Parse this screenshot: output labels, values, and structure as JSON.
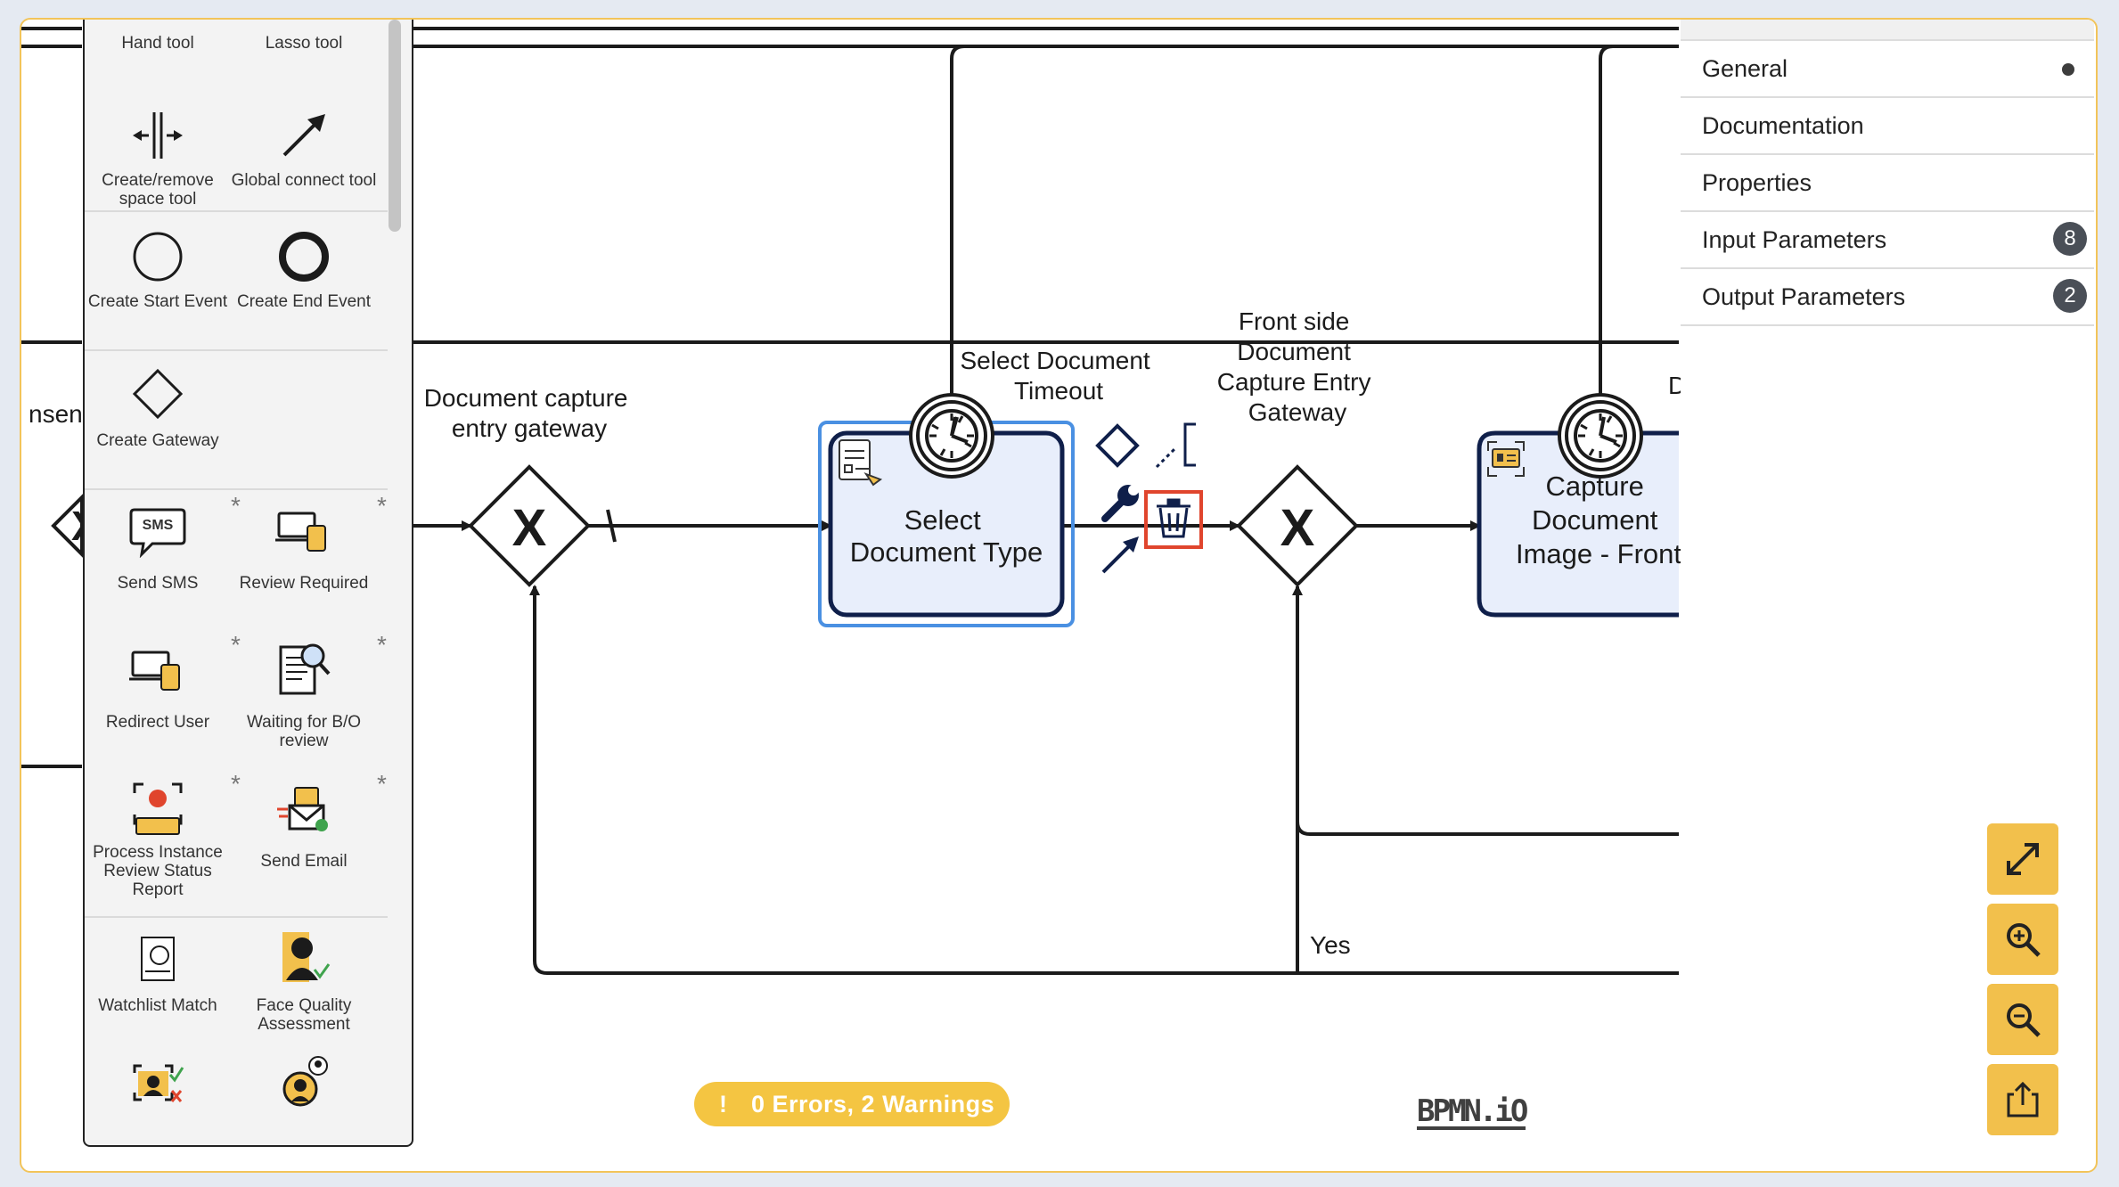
{
  "palette": {
    "tools": [
      {
        "label": "Hand tool"
      },
      {
        "label": "Lasso tool"
      },
      {
        "label": "Create/remove space tool"
      },
      {
        "label": "Global connect tool"
      },
      {
        "label": "Create Start Event"
      },
      {
        "label": "Create End Event"
      },
      {
        "label": "Create Gateway"
      },
      {
        "label": "Send SMS"
      },
      {
        "label": "Review Required"
      },
      {
        "label": "Redirect User"
      },
      {
        "label": "Waiting for B/O review"
      },
      {
        "label": "Process Instance Review Status Report"
      },
      {
        "label": "Send Email"
      },
      {
        "label": "Watchlist Match"
      },
      {
        "label": "Face Quality Assessment"
      }
    ],
    "sms_icon_text": "SMS",
    "star": "*"
  },
  "diagram": {
    "gateway_1_label": [
      "Document capture",
      "entry gateway"
    ],
    "task_1_label": [
      "Select",
      "Document Type"
    ],
    "timer_1_label": [
      "Select Document",
      "Timeout"
    ],
    "gateway_2_label": [
      "Front side",
      "Document",
      "Capture Entry",
      "Gateway"
    ],
    "task_2_label": [
      "Capture",
      "Document",
      "Image - Front"
    ],
    "flow_label_yes": "Yes",
    "partial_left_label": "nsent",
    "partial_right_label": "D",
    "gateway_marker": "X"
  },
  "properties": {
    "rows": [
      {
        "label": "General",
        "indicator": "dot"
      },
      {
        "label": "Documentation"
      },
      {
        "label": "Properties"
      },
      {
        "label": "Input Parameters",
        "badge": "8"
      },
      {
        "label": "Output Parameters",
        "badge": "2"
      }
    ]
  },
  "status": {
    "icon": "!",
    "text": "0 Errors, 2 Warnings"
  },
  "logo": "BPMN.iO",
  "colors": {
    "accent_yellow": "#f2c04c",
    "selection_blue": "#4a90e2",
    "task_fill": "#e8eefb",
    "task_stroke": "#0f1f4a",
    "delete_highlight": "#e0452d"
  }
}
